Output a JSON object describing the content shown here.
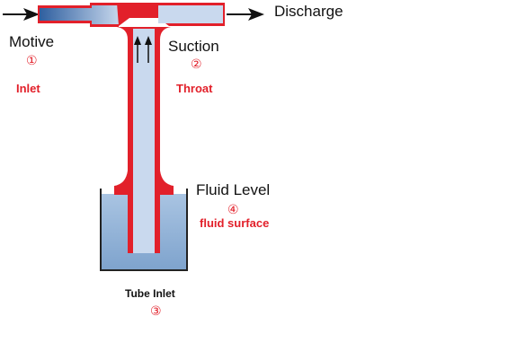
{
  "labels": {
    "discharge": "Discharge",
    "motive": "Motive",
    "motive_num": "①",
    "inlet": "Inlet",
    "suction": "Suction",
    "suction_num": "②",
    "throat": "Throat",
    "fluid_level": "Fluid Level",
    "fluid_level_num": "④",
    "fluid_surface": "fluid surface",
    "tube_inlet": "Tube Inlet",
    "tube_inlet_num": "③"
  },
  "colors": {
    "pipe_red": "#e2202a",
    "pipe_blue_dark": "#3d6fb0",
    "pipe_blue_light": "#c9d9ee",
    "liquid": "#8fb1d6",
    "vessel_outline": "#222222"
  }
}
